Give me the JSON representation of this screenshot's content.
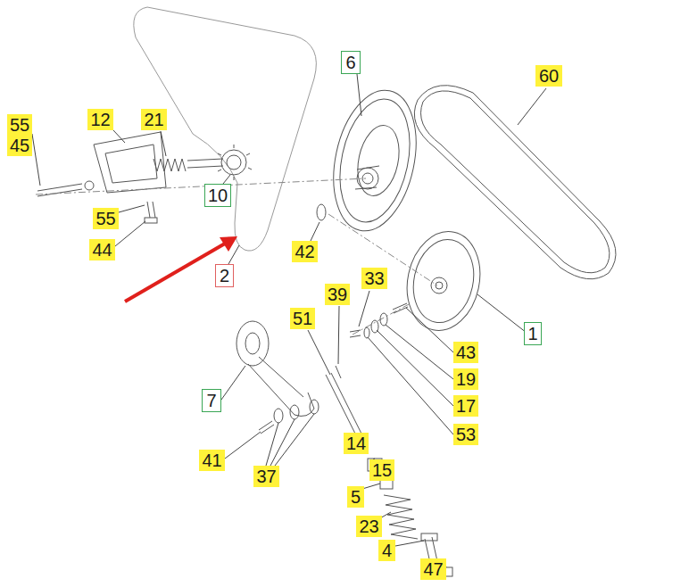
{
  "diagram": {
    "labels": [
      "55",
      "45",
      "12",
      "21",
      "6",
      "60",
      "10",
      "55",
      "44",
      "42",
      "2",
      "33",
      "39",
      "51",
      "1",
      "43",
      "19",
      "17",
      "53",
      "7",
      "14",
      "41",
      "37",
      "15",
      "5",
      "23",
      "4",
      "47"
    ]
  }
}
